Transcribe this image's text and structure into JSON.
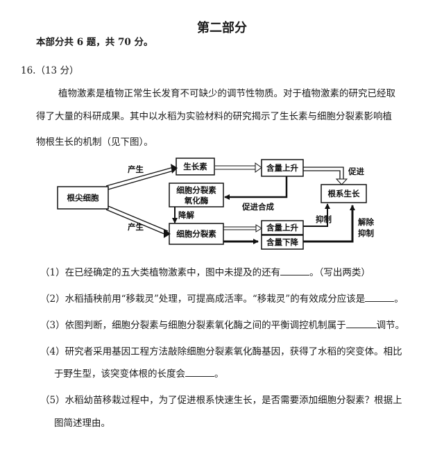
{
  "header": {
    "title": "第二部分",
    "subtitle": "本部分共 6 题，共 70 分。"
  },
  "question": {
    "number": "16.（13 分）",
    "paragraph": [
      "植物激素是植物正常生长发育不可缺少的调节性物质。对于植物激素的研究已经取",
      "得了大量的科研成果。其中以水稻为实验材料的研究揭示了生长素与细胞分裂素影响植",
      "物根生长的机制（见下图）。"
    ]
  },
  "diagram": {
    "root_cells": "根尖细胞",
    "auxin": "生长素",
    "cytokinin": "细胞分裂素",
    "oxidase_line1": "细胞分裂素",
    "oxidase_line2": "氧化酶",
    "content_up": "含量上升",
    "content_up2": "含量上升",
    "content_down": "含量下降",
    "root_growth": "根系生长",
    "produce_top": "产生",
    "produce_bottom": "产生",
    "degrade": "降解",
    "promote_synthesis": "促进合成",
    "promote": "促进",
    "inhibit": "抑制",
    "relieve_line1": "解除",
    "relieve_line2": "抑制"
  },
  "subquestions": {
    "q1_before": "（1）在已经确定的五大类植物激素中，图中未提及的还有",
    "q1_after": "。（写出两类）",
    "q2_before": "（2）水稻插秧前用“移栽灵”处理，可提高成活率。“移栽灵”的有效成分应该是",
    "q2_after": "。",
    "q3_before": "（3）依图判断，细胞分裂素与细胞分裂素氧化酶之间的平衡调控机制属于",
    "q3_after": "调节。",
    "q4_line1": "（4）研究者采用基因工程方法敲除细胞分裂素氧化酶基因，获得了水稻的突变体。相比",
    "q4_line2_before": "于野生型，该突变体根的长度会",
    "q4_line2_after": "。",
    "q5_line1": "（5）水稻幼苗移栽过程中，为了促进根系快速生长，是否需要添加细胞分裂素？根据上",
    "q5_line2": "图简述理由。"
  }
}
